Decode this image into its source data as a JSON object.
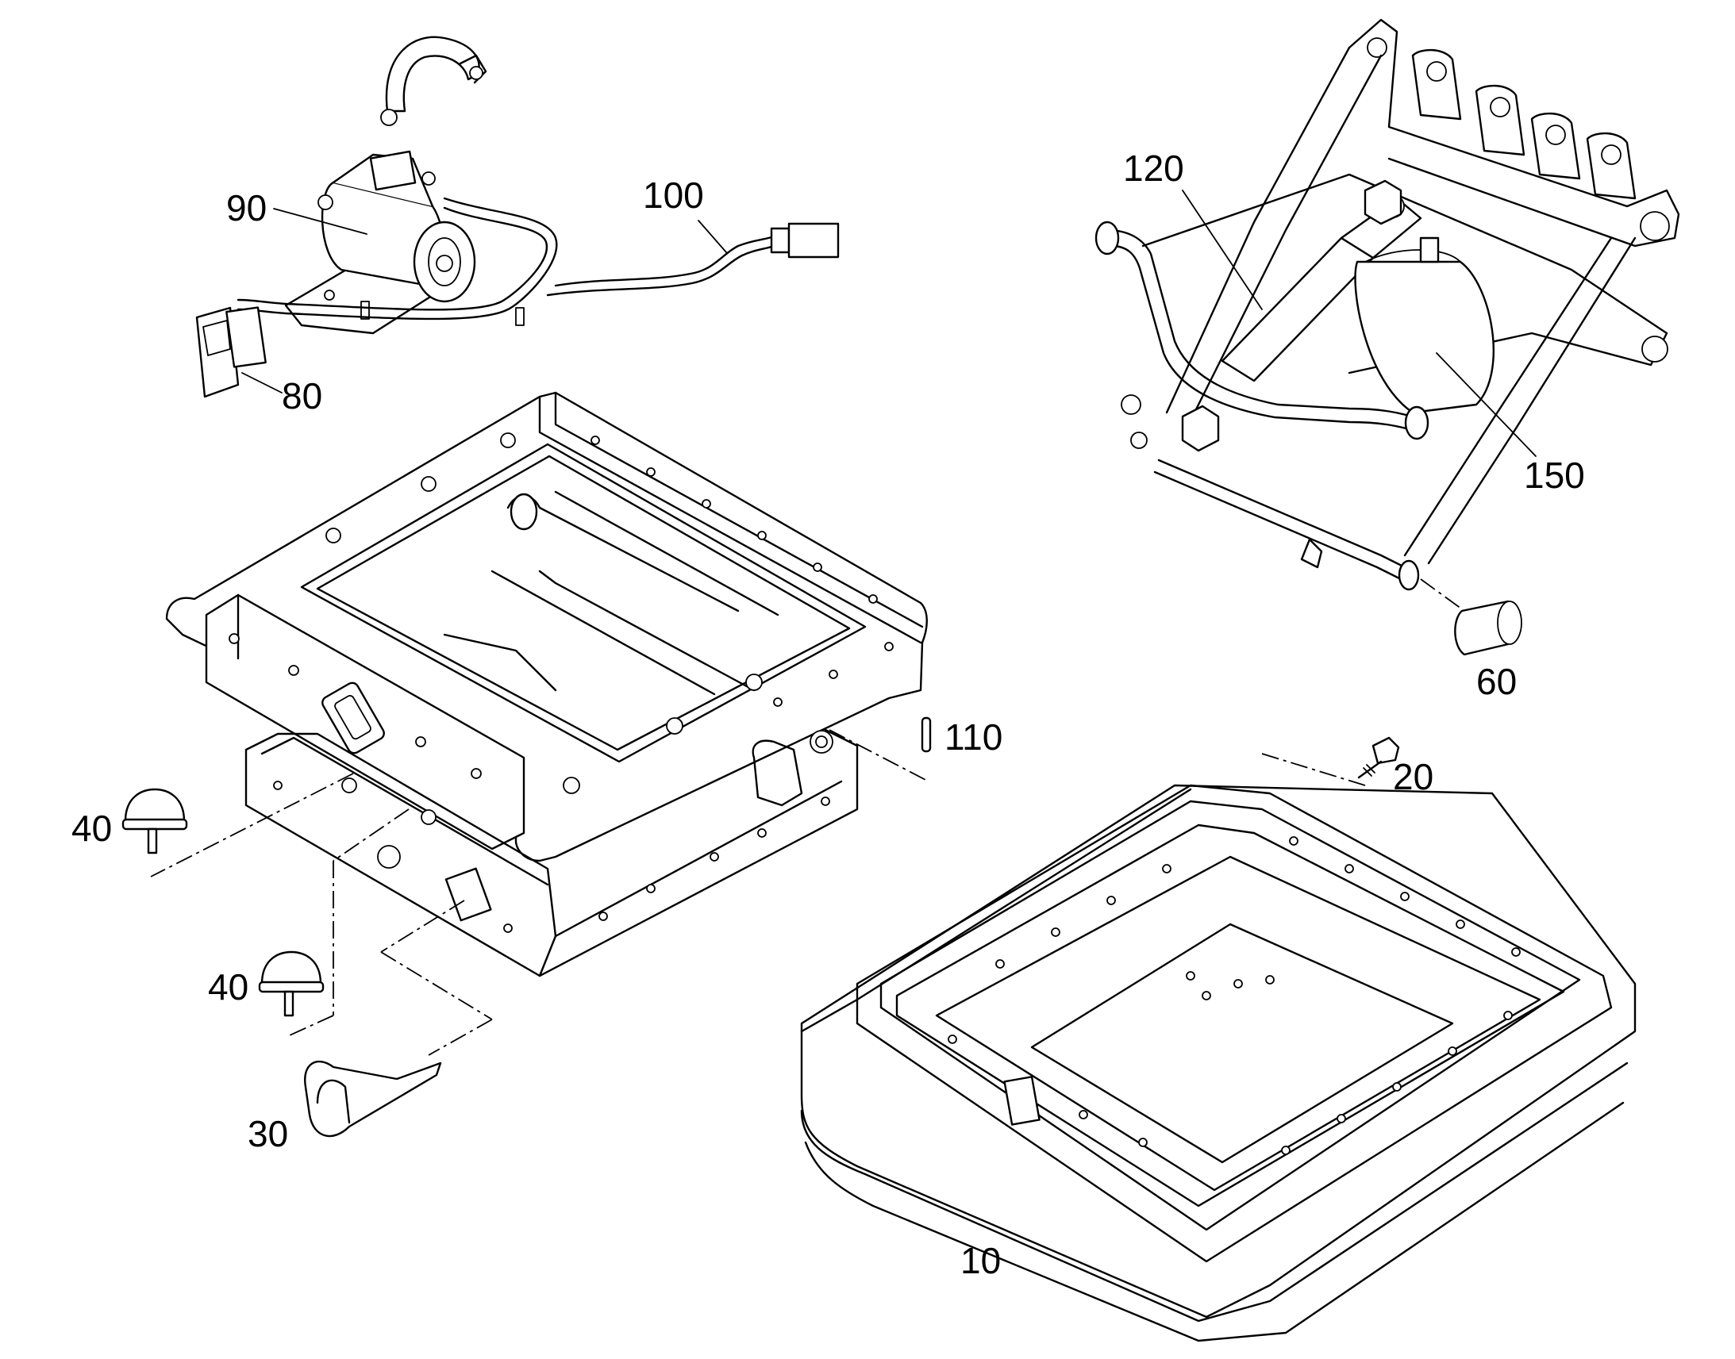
{
  "callouts": {
    "c10": "10",
    "c20": "20",
    "c30": "30",
    "c40a": "40",
    "c40b": "40",
    "c60": "60",
    "c80": "80",
    "c90": "90",
    "c100": "100",
    "c110": "110",
    "c120": "120",
    "c150": "150"
  },
  "colors": {
    "ink": "#000000",
    "paper": "#ffffff"
  }
}
